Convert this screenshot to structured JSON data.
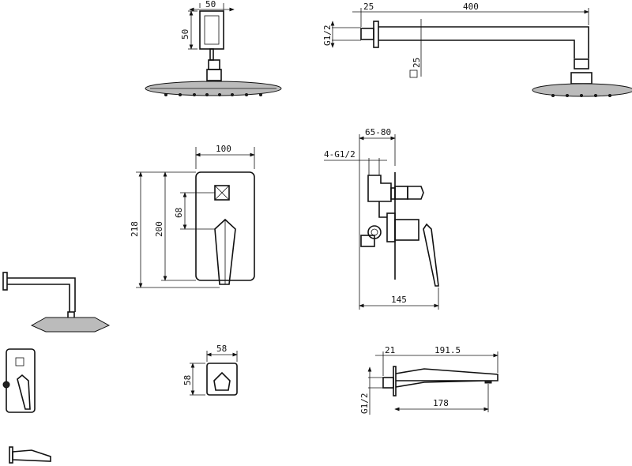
{
  "drawing": {
    "shower_head_front": {
      "width": "50",
      "height": "50"
    },
    "shower_arm_side": {
      "thread": "G1/2",
      "flange": "25",
      "length": "400",
      "square_section": "25"
    },
    "mixer_front": {
      "width": "100",
      "total_height": "218",
      "height": "200",
      "handle_offset": "68"
    },
    "mixer_side": {
      "depth_range": "65-80",
      "connections": "4-G1/2",
      "total_depth": "145"
    },
    "trim_square": {
      "width": "58",
      "height": "58"
    },
    "spout_side": {
      "flange": "21",
      "length": "191.5",
      "thread": "G1/2",
      "projection": "178"
    }
  }
}
